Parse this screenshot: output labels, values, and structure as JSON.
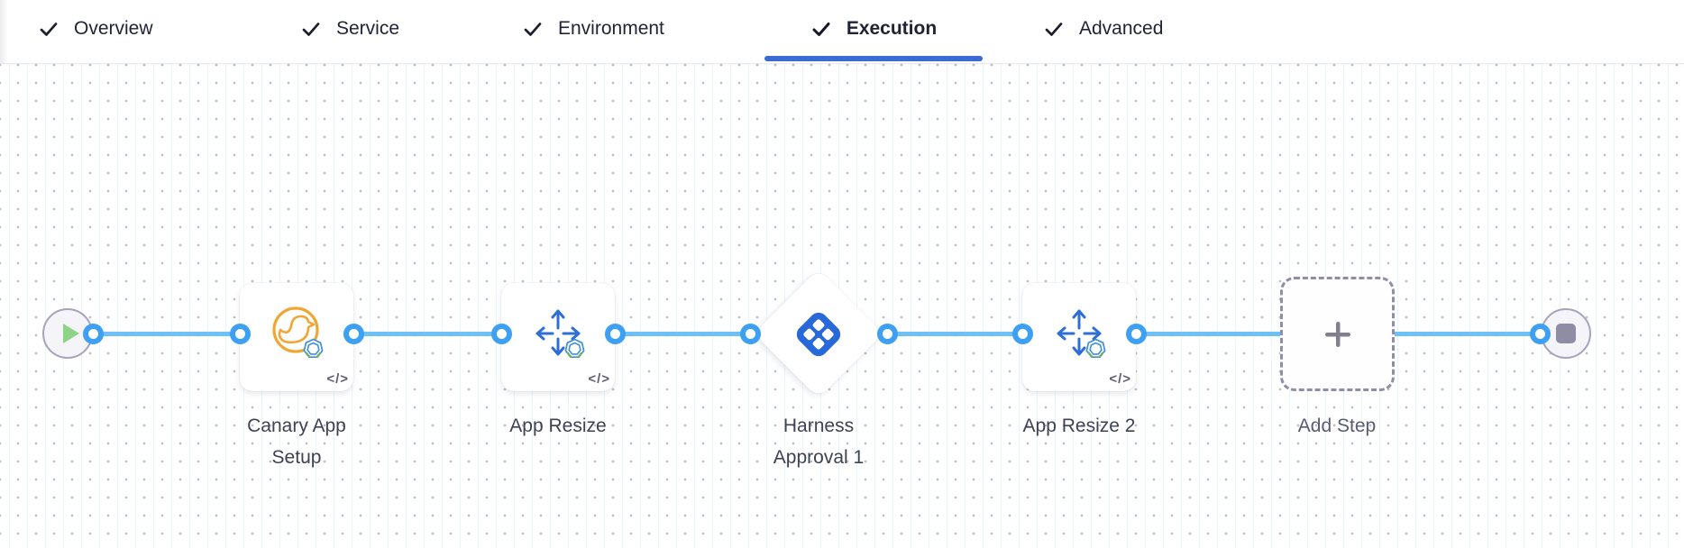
{
  "header": {
    "tabs": [
      {
        "label": "Overview",
        "state": "completed"
      },
      {
        "label": "Service",
        "state": "completed"
      },
      {
        "label": "Environment",
        "state": "completed"
      },
      {
        "label": "Execution",
        "state": "completed-active"
      },
      {
        "label": "Advanced",
        "state": "completed"
      }
    ]
  },
  "canvas": {
    "nodes": [
      {
        "id": "start",
        "type": "start-node",
        "icon": "play-icon"
      },
      {
        "id": "canary-app-setup",
        "type": "step-card",
        "label": "Canary App Setup",
        "icon": "canary-icon",
        "badge": "</>"
      },
      {
        "id": "app-resize",
        "type": "step-card",
        "label": "App Resize",
        "icon": "resize-arrows-icon",
        "badge": "</>"
      },
      {
        "id": "harness-approval-1",
        "type": "approval-diamond",
        "label": "Harness Approval 1",
        "icon": "harness-logo-icon"
      },
      {
        "id": "app-resize-2",
        "type": "step-card",
        "label": "App Resize 2",
        "icon": "resize-arrows-icon",
        "badge": "</>"
      },
      {
        "id": "add-step",
        "type": "add-step-placeholder",
        "label": "Add Step",
        "icon": "plus-icon"
      },
      {
        "id": "end",
        "type": "end-node",
        "icon": "stop-icon"
      }
    ],
    "colors": {
      "tab_underline": "#3b6cd6",
      "connector_line": "#6ec1f6",
      "connector_port": "#3da0f2",
      "canary_orange": "#f0a632",
      "step_arrow_blue": "#2d6fd6",
      "harness_logo_blue": "#2968d9",
      "play_green": "#8ed487",
      "stop_gray": "#8f8da4"
    }
  }
}
